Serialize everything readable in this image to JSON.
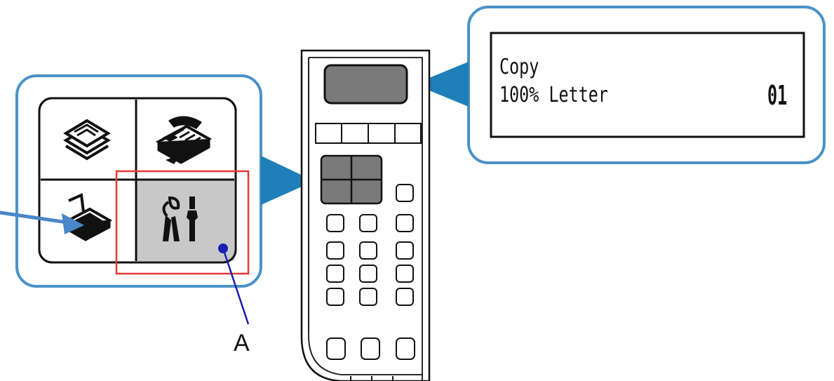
{
  "lcd": {
    "line1": "Copy",
    "line2": "100% Letter",
    "count": "01"
  },
  "mode_buttons": [
    {
      "name": "copy-mode-button",
      "icon": "copy-icon"
    },
    {
      "name": "fax-mode-button",
      "icon": "fax-icon"
    },
    {
      "name": "scan-mode-button",
      "icon": "scan-icon"
    },
    {
      "name": "setup-mode-button",
      "icon": "setup-tools-icon",
      "selected": true
    }
  ],
  "callout": {
    "label": "A"
  },
  "colors": {
    "callout_border": "#4a92c8",
    "callout_pointer": "#1f7fb8",
    "arrow": "#4a86c8",
    "highlight_box": "#e53935",
    "selected_button_fill": "#c8c8c8",
    "leader_line": "#1a1fb0",
    "panel_button_fill": "#7a7a7a"
  }
}
